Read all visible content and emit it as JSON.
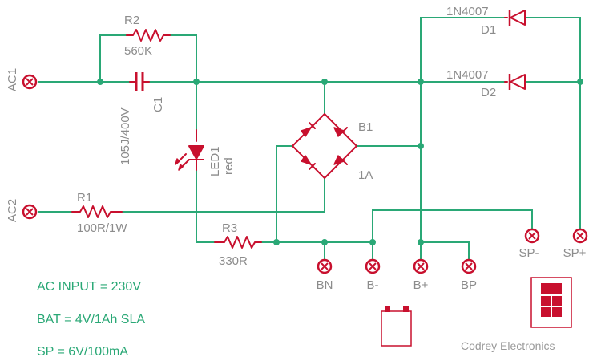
{
  "terminals": {
    "ac1": "AC1",
    "ac2": "AC2",
    "bn": "BN",
    "bminus": "B-",
    "bplus": "B+",
    "bp": "BP",
    "spminus": "SP-",
    "spplus": "SP+"
  },
  "components": {
    "r1_name": "R1",
    "r1_value": "100R/1W",
    "r2_name": "R2",
    "r2_value": "560K",
    "r3_name": "R3",
    "r3_value": "330R",
    "c1_name": "C1",
    "c1_value": "105J/400V",
    "led_name": "LED1",
    "led_value": "red",
    "bridge_name": "B1",
    "bridge_value": "1A",
    "d1_name": "D1",
    "d1_value": "1N4007",
    "d2_name": "D2",
    "d2_value": "1N4007"
  },
  "notes": {
    "ac_input": "AC INPUT = 230V",
    "battery": "BAT = 4V/1Ah SLA",
    "sp": "SP = 6V/100mA"
  },
  "brand": "Codrey Electronics",
  "colors": {
    "wire": "#2aa876",
    "component": "#c8102e",
    "label": "#8c8c8c"
  }
}
